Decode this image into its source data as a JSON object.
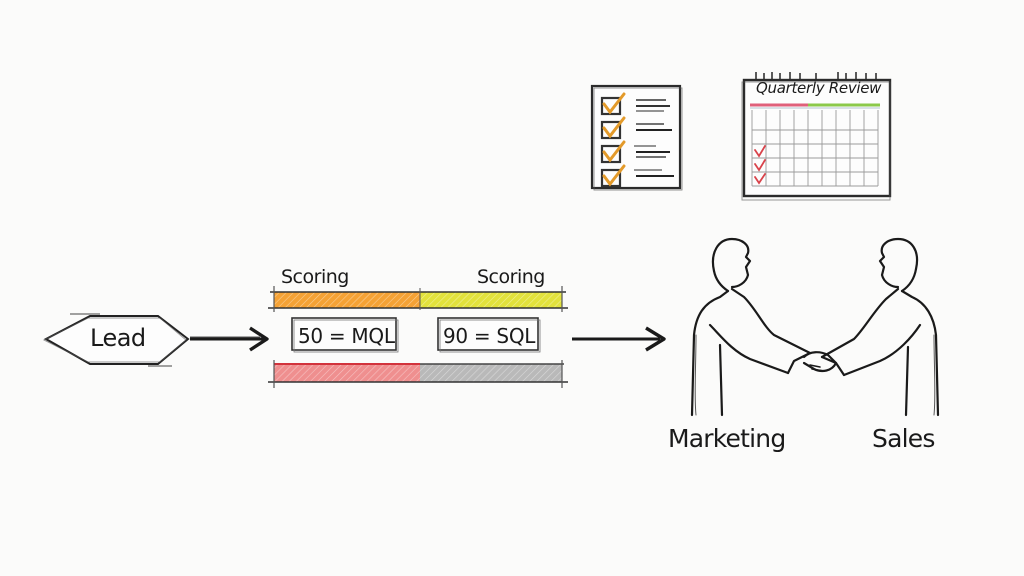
{
  "diagram": {
    "lead": {
      "label": "Lead"
    },
    "scoring": {
      "stage1": {
        "label": "Scoring",
        "bar_color": "#f5a235",
        "lower_bar_color": "#ef8f8f",
        "threshold": "50 = MQL"
      },
      "stage2": {
        "label": "Scoring",
        "bar_color": "#e2e23c",
        "lower_bar_color": "#b9b9b9",
        "threshold": "90 = SQL"
      }
    },
    "checklist": {
      "items": 4,
      "check_color": "#e39a2a"
    },
    "calendar": {
      "title": "Quarterly Review",
      "accent_left": "#e0607a",
      "accent_right": "#8cc94a",
      "checked_rows": 3,
      "check_color": "#d9434b"
    },
    "handshake": {
      "left_label": "Marketing",
      "right_label": "Sales"
    }
  }
}
